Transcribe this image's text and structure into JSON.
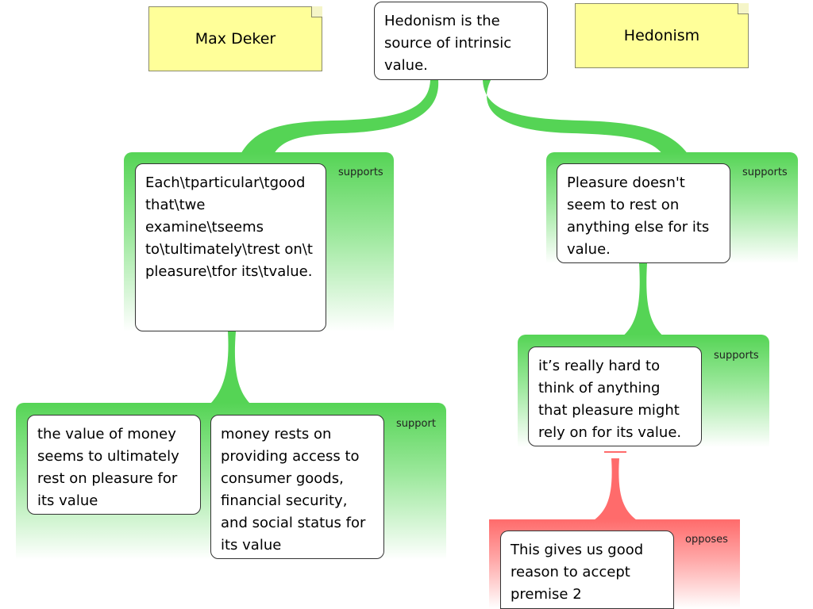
{
  "notes": {
    "author": "Max Deker",
    "topic": "Hedonism"
  },
  "claims": {
    "main": "Hedonism is the source of intrinsic value.",
    "left_reason": "Each\\tparticular\\tgood that\\twe examine\\tseems to\\tultimately\\trest on\\t pleasure\\tfor its\\tvalue.",
    "left_sub_1": "the value of money seems to ultimately rest on pleasure for its value",
    "left_sub_2": "money rests on providing access to consumer goods, financial security, and social status for its value",
    "right_reason": "Pleasure doesn't seem to rest on anything else for its value.",
    "right_sub": "it’s really hard to think of anything that pleasure might rely on for its value.",
    "objection": "This gives us good reason to accept premise 2"
  },
  "labels": {
    "left_group": "supports",
    "right_group": "supports",
    "left_sub_group": "support",
    "right_sub_group": "supports",
    "objection_group": "opposes"
  },
  "colors": {
    "support": "#55d455",
    "oppose": "#ff6b6b",
    "note": "#ffff99"
  }
}
